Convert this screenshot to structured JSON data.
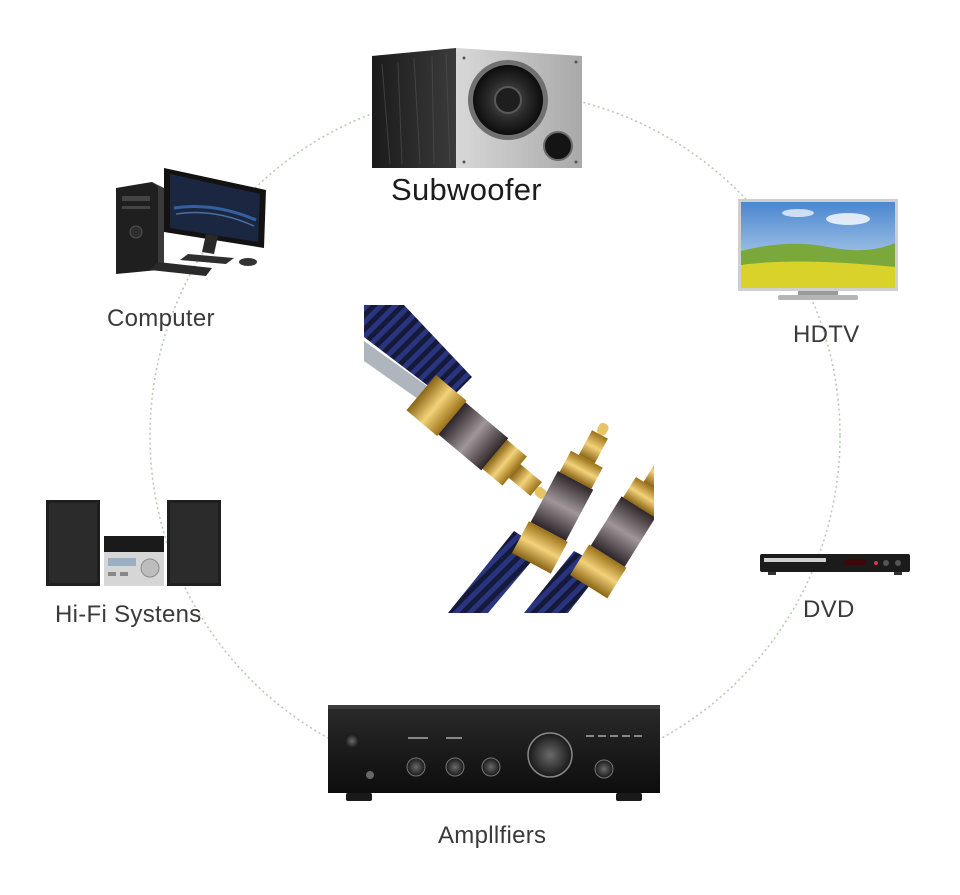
{
  "diagram": {
    "nodes": [
      {
        "id": "subwoofer",
        "label": "Subwoofer",
        "icon": "subwoofer-icon"
      },
      {
        "id": "hdtv",
        "label": "HDTV",
        "icon": "tv-icon"
      },
      {
        "id": "dvd",
        "label": "DVD",
        "icon": "dvd-player-icon"
      },
      {
        "id": "amplifiers",
        "label": "Ampllfiers",
        "icon": "amplifier-icon"
      },
      {
        "id": "hifi",
        "label": "Hi-Fi  Systens",
        "icon": "hifi-system-icon"
      },
      {
        "id": "computer",
        "label": "Computer",
        "icon": "computer-icon"
      }
    ],
    "center": {
      "icon": "rca-cable-icon"
    },
    "colors": {
      "ring": "#b9cbb4",
      "label": "#3a3a3a",
      "gold": "#d4a63a",
      "braid": "#1a2150"
    }
  }
}
